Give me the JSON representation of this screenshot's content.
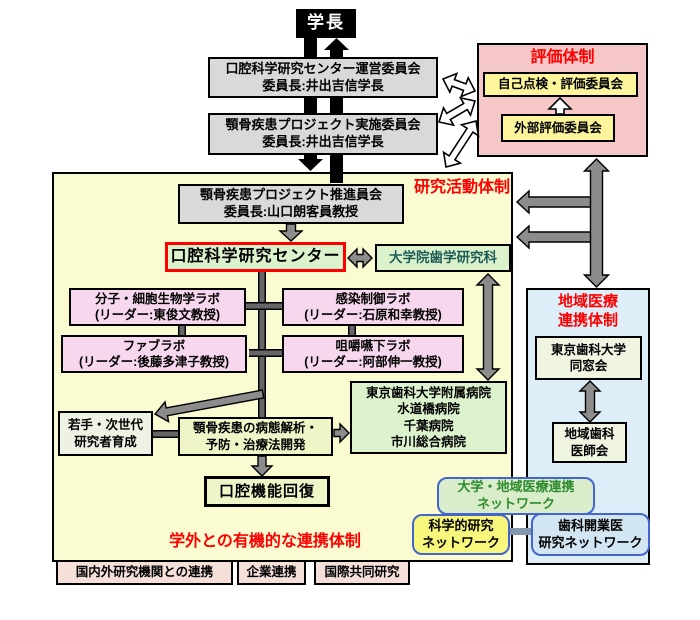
{
  "colors": {
    "arrow_gray": "#8C8C8C",
    "arrow_dark_line": "#666666",
    "arrow_black": "#000000",
    "arrow_white": "#FFFFFF",
    "network_link": "#8496B0"
  },
  "top": {
    "president": "学長",
    "steering": {
      "line1": "口腔科学研究センター運営委員会",
      "line2": "委員長:井出吉信学長"
    },
    "implementation": {
      "line1": "顎骨疾患プロジェクト実施委員会",
      "line2": "委員長:井出吉信学長"
    }
  },
  "evaluation": {
    "title": "評価体制",
    "self_check": "自己点検・評価委員会",
    "external": "外部評価委員会"
  },
  "research": {
    "label": "研究活動体制",
    "promotion": {
      "line1": "顎骨疾患プロジェクト推進員会",
      "line2": "委員長:山口朗客員教授"
    },
    "center": "口腔科学研究センター",
    "grad_school": "大学院歯学研究科",
    "labs": [
      {
        "name": "分子・細胞生物学ラボ",
        "leader": "(リーダー:東俊文教授)"
      },
      {
        "name": "感染制御ラボ",
        "leader": "(リーダー:石原和幸教授)"
      },
      {
        "name": "ファブラボ",
        "leader": "(リーダー:後藤多津子教授)"
      },
      {
        "name": "咀嚼嚥下ラボ",
        "leader": "(リーダー:阿部伸一教授)"
      }
    ],
    "young": {
      "line1": "若手・次世代",
      "line2": "研究者育成"
    },
    "pathology": {
      "line1": "顎骨疾患の病態解析・",
      "line2": "予防・治療法開発"
    },
    "hospitals": {
      "line1": "東京歯科大学附属病院",
      "line2": "水道橋病院",
      "line3": "千葉病院",
      "line4": "市川総合病院"
    },
    "recovery": "口腔機能回復",
    "external_label": "学外との有機的な連携体制"
  },
  "regional": {
    "title": {
      "line1": "地域医療",
      "line2": "連携体制"
    },
    "alumni": {
      "line1": "東京歯科大学",
      "line2": "同窓会"
    },
    "association": {
      "line1": "地域歯科",
      "line2": "医師会"
    }
  },
  "networks": {
    "university_regional": {
      "line1": "大学・地域医療連携",
      "line2": "ネットワーク"
    },
    "scientific": {
      "line1": "科学的研究",
      "line2": "ネットワーク"
    },
    "practitioners": {
      "line1": "歯科開業医",
      "line2": "研究ネットワーク"
    }
  },
  "external_partners": {
    "items": [
      "国内外研究機関との連携",
      "企業連携",
      "国際共同研究"
    ]
  }
}
